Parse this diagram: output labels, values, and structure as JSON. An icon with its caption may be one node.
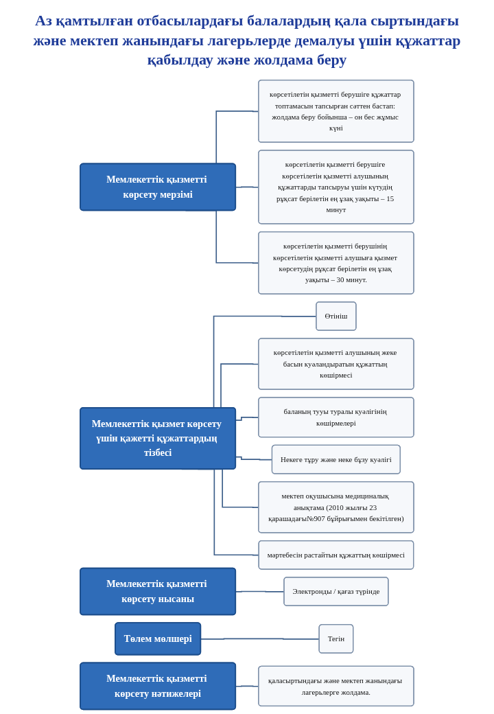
{
  "diagram": {
    "title": "Аз қамтылған отбасылардағы балалардың қала сыртындағы және мектеп жанындағы лагерьлерде демалуы үшін құжаттар қабылдау және жолдама беру",
    "nodes": [
      {
        "text": [
          "Мемлекеттік қызметті көрсету мерзімі"
        ]
      },
      {
        "text": [
          "көрсетілетін қызметті берушіге құжаттар топтамасын тапсырған сәттен бастап: жолдама беру бойынша – он бес жұмыс күні"
        ]
      },
      {
        "text": [
          "көрсетілетін қызметті берушіге көрсетілетін қызметті алушының құжаттарды тапсыруы үшін күтудің рұқсат берілетін ең ұзақ уақыты – 15 минут"
        ]
      },
      {
        "text": [
          "көрсетілетін қызметті берушінің көрсетілетін қызметті алушыға қызмет көрсетудің рұқсат берілетін ең ұзақ уақыты – 30 минут."
        ]
      },
      {
        "text": [
          "Мемлекеттік қызмет көрсету үшін қажетті құжаттардың тізбесі"
        ]
      },
      {
        "text": [
          "Өтініш"
        ]
      },
      {
        "text": [
          "көрсетілетін қызметті алушының жеке басын куәландыратын құжаттың көшірмесі"
        ]
      },
      {
        "text": [
          "баланың тууы туралы куәлігінің көшірмелері"
        ]
      },
      {
        "text": [
          "Некеге тұру және неке бұзу куәлігі"
        ]
      },
      {
        "text": [
          "мектеп оқушысына медициналық анықтама (2010 жылғы 23 қарашадағы№907 бұйрығымен бекітілген)"
        ]
      },
      {
        "text": [
          "мәртебесін растайтын құжаттың көшірмесі"
        ]
      },
      {
        "text": [
          "Мемлекеттік қызметті көрсету нысаны"
        ]
      },
      {
        "text": [
          "Электронды / қағаз түрінде"
        ]
      },
      {
        "text": [
          "Төлем мөлшері"
        ]
      },
      {
        "text": [
          "Тегін"
        ]
      },
      {
        "text": [
          "Мемлекеттік қызметті көрсету нәтижелері"
        ]
      },
      {
        "text": [
          "қаласыртындағы және мектеп жанындағы лагерьлерге жолдама."
        ]
      }
    ],
    "edges": [
      {
        "from": 0,
        "to": 1,
        "arrow": "none"
      },
      {
        "from": 0,
        "to": 2,
        "arrow": "none"
      },
      {
        "from": 0,
        "to": 3,
        "arrow": "none"
      },
      {
        "from": 4,
        "to": 5,
        "arrow": "none"
      },
      {
        "from": 4,
        "to": 6,
        "arrow": "none"
      },
      {
        "from": 4,
        "to": 7,
        "arrow": "none"
      },
      {
        "from": 4,
        "to": 8,
        "arrow": "none"
      },
      {
        "from": 4,
        "to": 9,
        "arrow": "none"
      },
      {
        "from": 4,
        "to": 10,
        "arrow": "none"
      },
      {
        "from": 11,
        "to": 12,
        "arrow": "none"
      },
      {
        "from": 13,
        "to": 14,
        "arrow": "none"
      },
      {
        "from": 15,
        "to": 16,
        "arrow": "none"
      }
    ]
  }
}
